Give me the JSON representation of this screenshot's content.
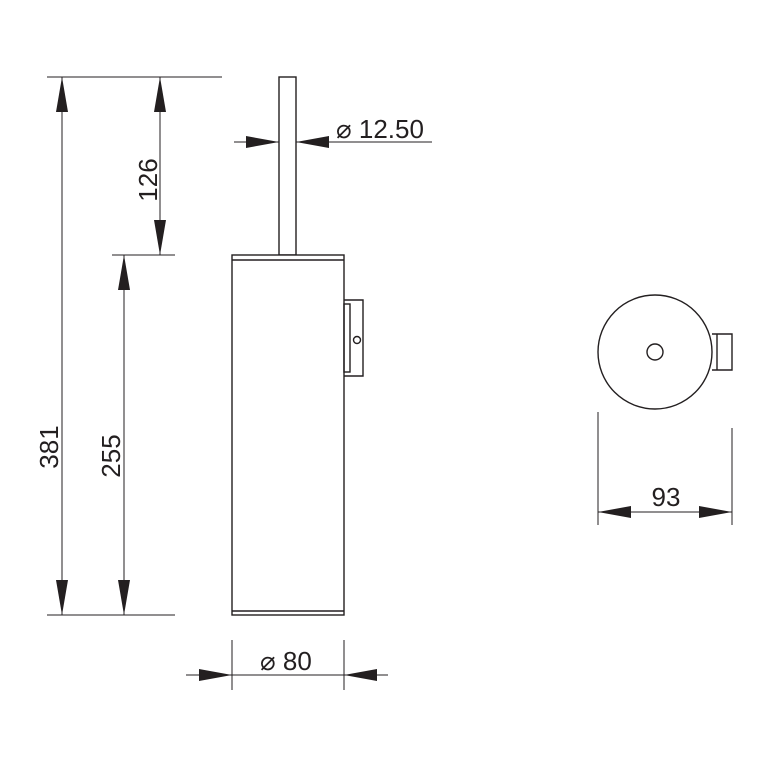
{
  "dimensions": {
    "total_height": "381",
    "handle_height": "126",
    "body_height": "255",
    "handle_diameter": "⌀ 12.50",
    "body_diameter": "⌀ 80",
    "depth": "93"
  }
}
